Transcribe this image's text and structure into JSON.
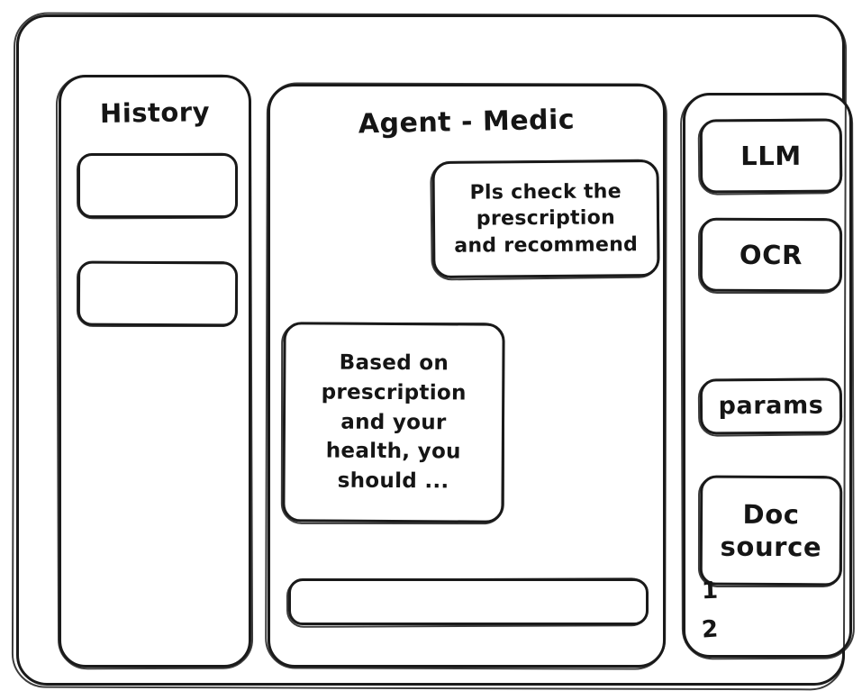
{
  "window": {
    "name": "agent-medic-wireframe"
  },
  "sidebar": {
    "title": "History",
    "items": [
      {
        "label": ""
      },
      {
        "label": ""
      }
    ]
  },
  "main": {
    "title": "Agent - Medic",
    "messages": [
      {
        "role": "user",
        "text": "Pls check the\nprescription\nand recommend"
      },
      {
        "role": "agent",
        "text": "Based on\nprescription\nand your\nhealth, you\nshould ..."
      }
    ],
    "composer": {
      "value": "",
      "placeholder": ""
    }
  },
  "tools": {
    "buttons": [
      {
        "label": "LLM",
        "name": "llm"
      },
      {
        "label": "OCR",
        "name": "ocr"
      },
      {
        "label": "params",
        "name": "params"
      },
      {
        "label": "Doc\nsource",
        "name": "doc-source"
      }
    ],
    "doc_sources": [
      {
        "label": "1"
      },
      {
        "label": "2"
      }
    ]
  },
  "colors": {
    "stroke": "#1a1a1a",
    "background": "#ffffff",
    "text": "#151515"
  }
}
